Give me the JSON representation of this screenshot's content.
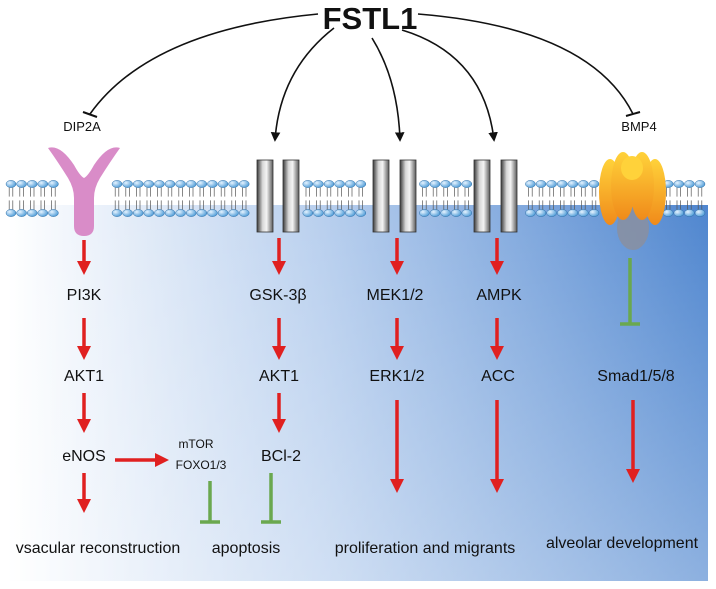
{
  "title": "FSTL1",
  "receptors": {
    "dip2a": "DIP2A",
    "bmp4": "BMP4"
  },
  "pathways": {
    "pi3k": {
      "steps": [
        "PI3K",
        "AKT1",
        "eNOS"
      ],
      "branch_targets": [
        "mTOR",
        "FOXO1/3"
      ],
      "outcome": "vsacular reconstruction"
    },
    "gsk": {
      "steps": [
        "GSK-3β",
        "AKT1",
        "BCl-2"
      ]
    },
    "mek": {
      "steps": [
        "MEK1/2",
        "ERK1/2"
      ]
    },
    "ampk": {
      "steps": [
        "AMPK",
        "ACC"
      ]
    },
    "smad": {
      "steps": [
        "Smad1/5/8"
      ],
      "outcome": "alveolar development"
    }
  },
  "outcomes": {
    "apoptosis": "apoptosis",
    "proliferation": "proliferation and migrants"
  },
  "colors": {
    "activation_arrow": "#e02020",
    "inhibition": "#6aa84f",
    "dip2a": "#d98cc8",
    "bmp4": "#f5a623",
    "cell": "#5b8fd1",
    "membrane_head": "#6fb3e8"
  }
}
